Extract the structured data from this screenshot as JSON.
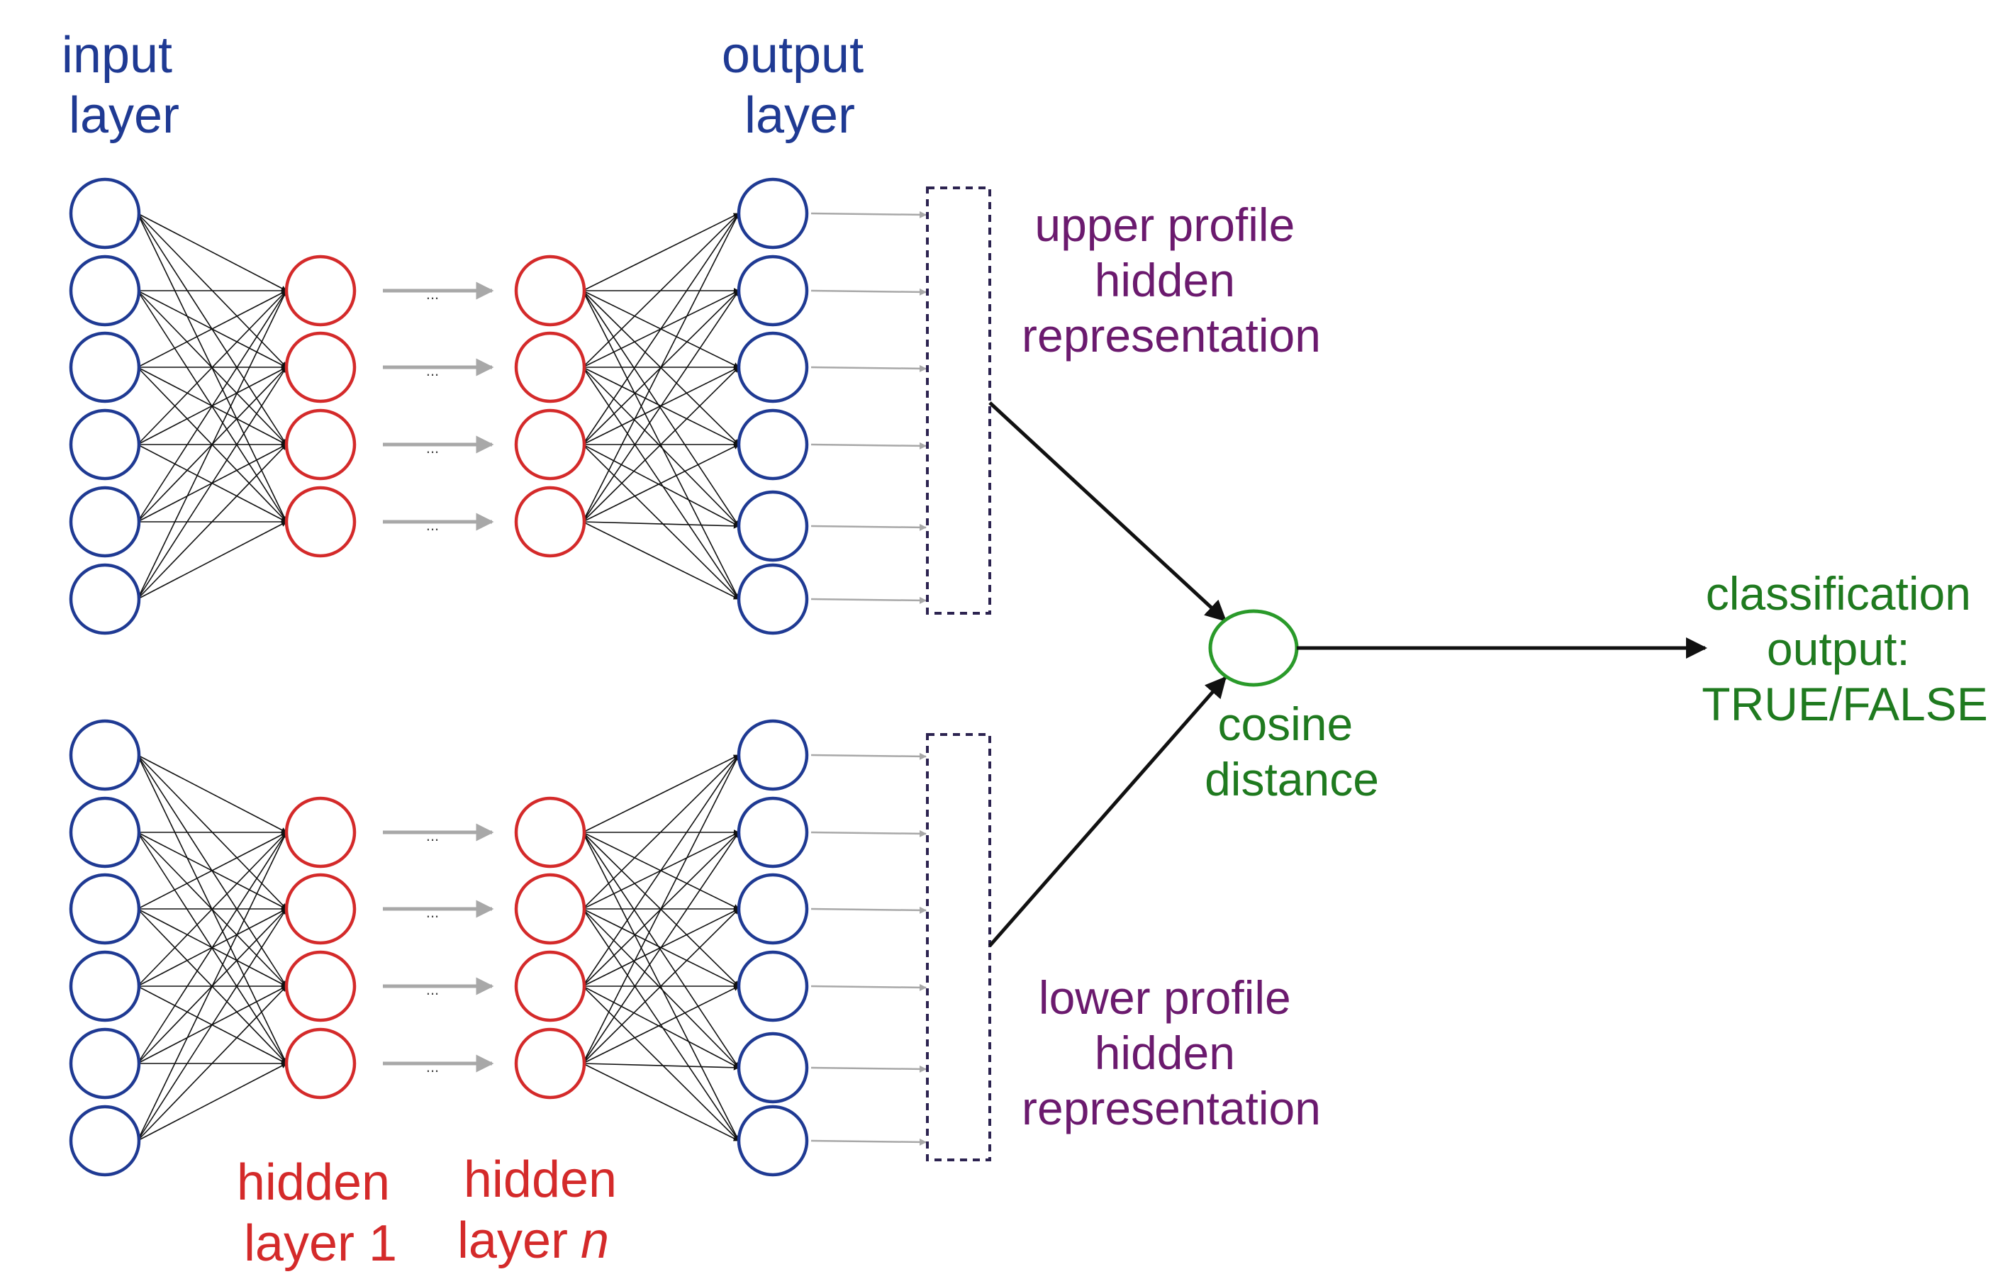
{
  "labels": {
    "input_layer": [
      "input",
      "layer"
    ],
    "output_layer": [
      "output",
      "layer"
    ],
    "hidden_layer_1": [
      "hidden",
      "layer 1"
    ],
    "hidden_layer_n": [
      "hidden",
      "layer",
      "n"
    ],
    "upper_rep": [
      "upper profile",
      "hidden",
      "representation"
    ],
    "lower_rep": [
      "lower profile",
      "hidden",
      "representation"
    ],
    "cosine": [
      "cosine",
      "distance"
    ],
    "classification": [
      "classification",
      "output:",
      "TRUE/FALSE"
    ],
    "ellipsis": "..."
  },
  "networks": [
    {
      "name": "upper",
      "input_nodes": 6,
      "hidden1_nodes": 4,
      "hiddenn_nodes": 4,
      "output_nodes": 6
    },
    {
      "name": "lower",
      "input_nodes": 6,
      "hidden1_nodes": 4,
      "hiddenn_nodes": 4,
      "output_nodes": 6
    }
  ],
  "colors": {
    "input": "#1f3a93",
    "hidden": "#d42a2a",
    "output": "#1f3a93",
    "rep_label": "#6b1a6e",
    "cosine": "#2a9a2a",
    "classification": "#1f7a1f",
    "edge": "#111111",
    "grey_arrow": "#a8a8a8",
    "box": "#2c2350"
  }
}
